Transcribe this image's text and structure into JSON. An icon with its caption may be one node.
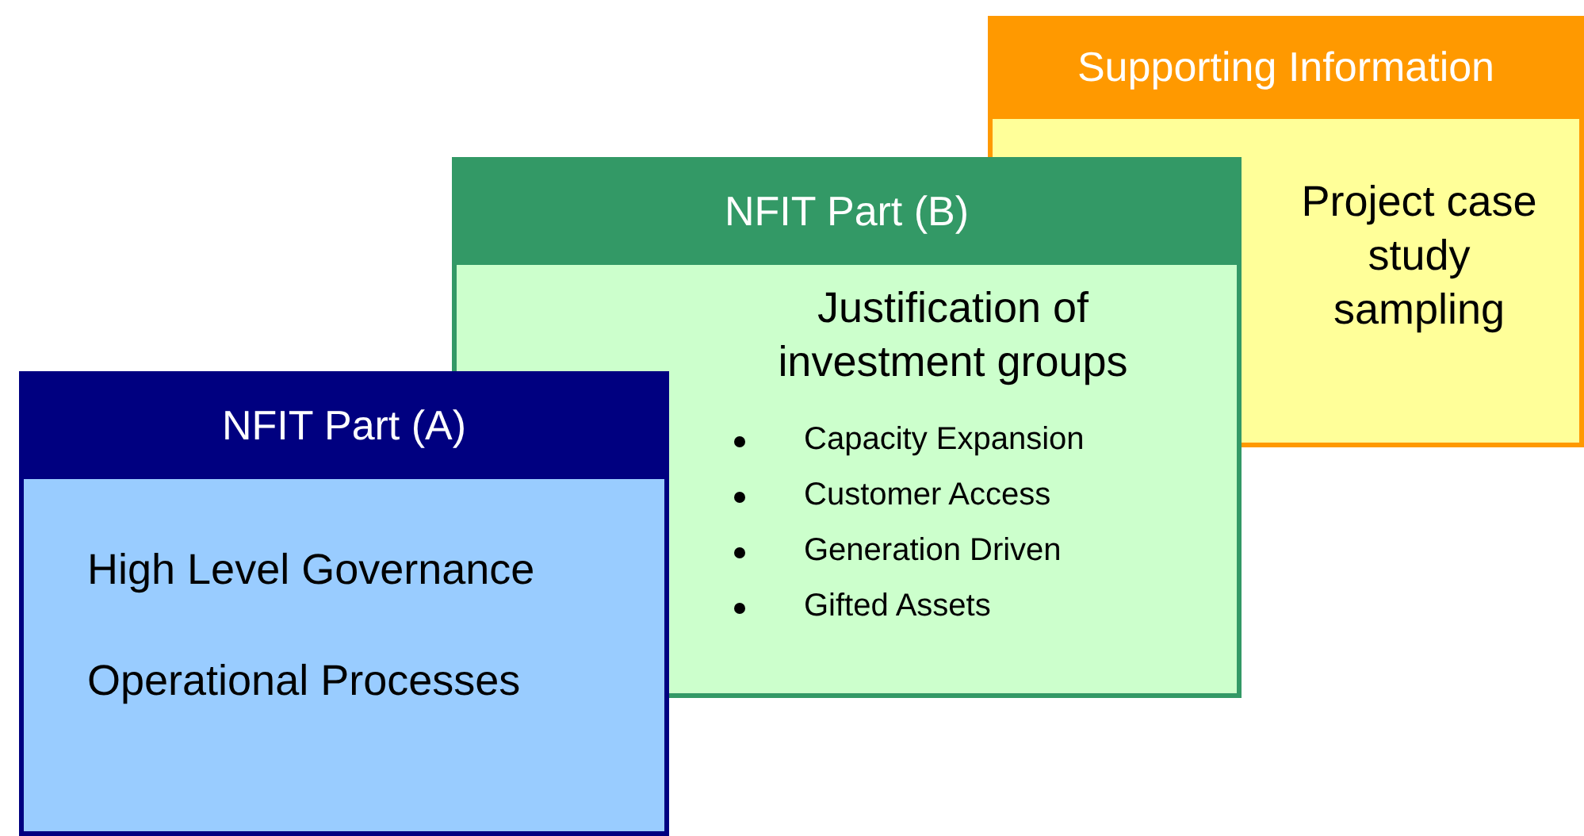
{
  "diagram": {
    "nodes": [
      {
        "text": [
          "Supporting Information",
          "Project case study sampling"
        ]
      },
      {
        "text": [
          "NFIT Part (B)",
          "Justification of investment groups",
          "Capacity Expansion",
          "Customer Access",
          "Generation Driven",
          "Gifted Assets"
        ]
      },
      {
        "text": [
          "NFIT Part (A)",
          "High Level Governance",
          "Operational Processes"
        ]
      }
    ]
  }
}
